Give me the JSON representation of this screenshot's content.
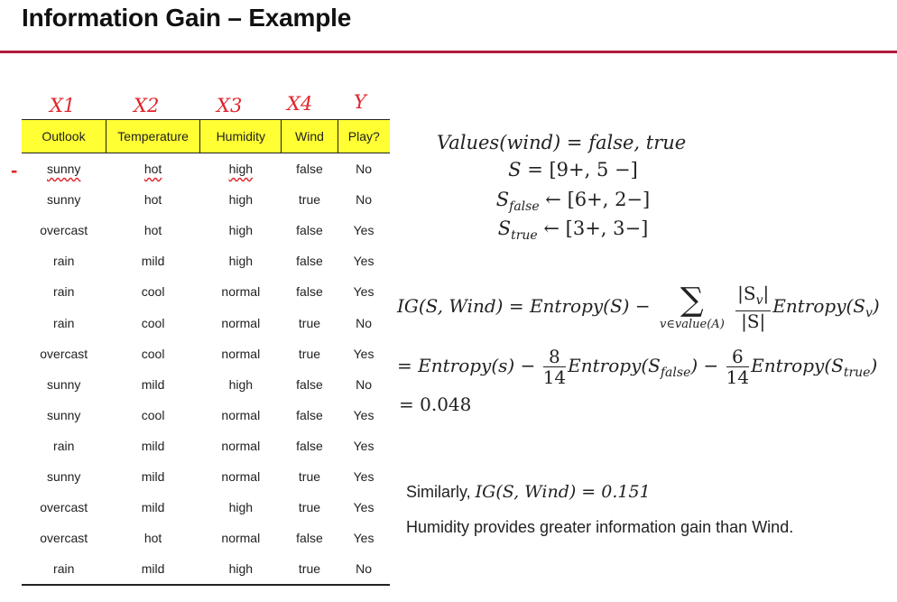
{
  "title": "Information Gain – Example",
  "annotations": {
    "x1": "X1",
    "x2": "X2",
    "x3": "X3",
    "x4": "X4",
    "y": "Y",
    "dash": "-"
  },
  "table": {
    "headers": [
      "Outlook",
      "Temperature",
      "Humidity",
      "Wind",
      "Play?"
    ],
    "rows": [
      [
        "sunny",
        "hot",
        "high",
        "false",
        "No"
      ],
      [
        "sunny",
        "hot",
        "high",
        "true",
        "No"
      ],
      [
        "overcast",
        "hot",
        "high",
        "false",
        "Yes"
      ],
      [
        "rain",
        "mild",
        "high",
        "false",
        "Yes"
      ],
      [
        "rain",
        "cool",
        "normal",
        "false",
        "Yes"
      ],
      [
        "rain",
        "cool",
        "normal",
        "true",
        "No"
      ],
      [
        "overcast",
        "cool",
        "normal",
        "true",
        "Yes"
      ],
      [
        "sunny",
        "mild",
        "high",
        "false",
        "No"
      ],
      [
        "sunny",
        "cool",
        "normal",
        "false",
        "Yes"
      ],
      [
        "rain",
        "mild",
        "normal",
        "false",
        "Yes"
      ],
      [
        "sunny",
        "mild",
        "normal",
        "true",
        "Yes"
      ],
      [
        "overcast",
        "mild",
        "high",
        "true",
        "Yes"
      ],
      [
        "overcast",
        "hot",
        "normal",
        "false",
        "Yes"
      ],
      [
        "rain",
        "mild",
        "high",
        "true",
        "No"
      ]
    ]
  },
  "formulas": {
    "values": "Values(wind) = false, true",
    "s_label": "S",
    "s_value": " = [9+, 5 −]",
    "s_false_base": "S",
    "s_false_sub": "false",
    "s_false_value": " ← [6+, 2−]",
    "s_true_base": "S",
    "s_true_sub": "true",
    "s_true_value": " ← [3+, 3−]",
    "ig_lhs": "IG(S, Wind) = Entropy(S) −",
    "sum_symbol": "∑",
    "sum_sub": "v∈value(A)",
    "frac1_num": "|S",
    "frac1_num_sub": "v",
    "frac1_num_end": "|",
    "frac1_den": "|S|",
    "ig_rhs_a": "Entropy(S",
    "ig_rhs_sub": "v",
    "ig_rhs_b": ")",
    "line2_a": "= Entropy(s) −",
    "frac2_num": "8",
    "frac2_den": "14",
    "line2_b": "Entropy(S",
    "line2_b_sub": "false",
    "line2_c": ") −",
    "frac3_num": "6",
    "frac3_den": "14",
    "line2_d": "Entropy(S",
    "line2_d_sub": "true",
    "line2_e": ")",
    "result": "= 0.048"
  },
  "similarly": {
    "prefix": "Similarly, ",
    "expr": "IG(S, Wind) = 0.151"
  },
  "conclusion": "Humidity provides greater information gain than Wind.",
  "colors": {
    "accent_rule": "#b01b3a",
    "header_fill": "#ffff33",
    "annotation": "#e0242b"
  }
}
